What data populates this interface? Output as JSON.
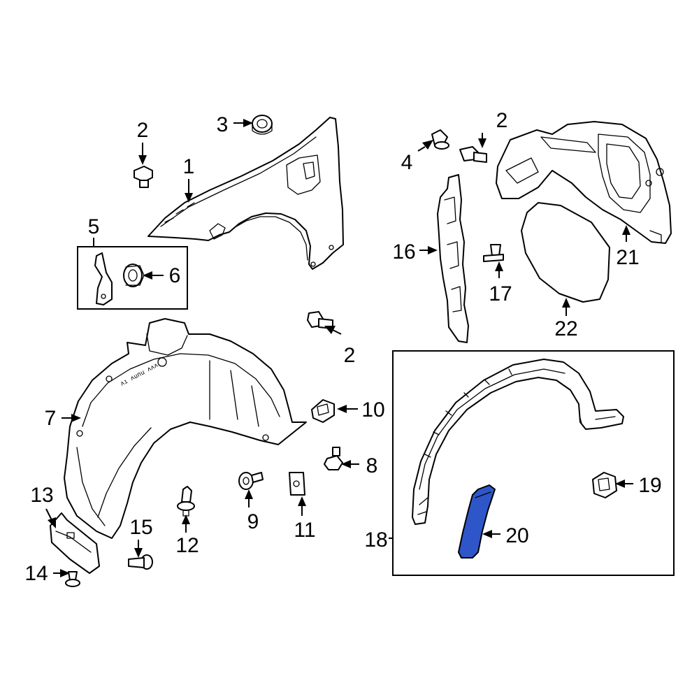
{
  "diagram": {
    "callouts": [
      {
        "id": "1",
        "label": "1"
      },
      {
        "id": "2a",
        "label": "2"
      },
      {
        "id": "2b",
        "label": "2"
      },
      {
        "id": "2c",
        "label": "2"
      },
      {
        "id": "3",
        "label": "3"
      },
      {
        "id": "4",
        "label": "4"
      },
      {
        "id": "5",
        "label": "5"
      },
      {
        "id": "6",
        "label": "6"
      },
      {
        "id": "7",
        "label": "7"
      },
      {
        "id": "8",
        "label": "8"
      },
      {
        "id": "9",
        "label": "9"
      },
      {
        "id": "10",
        "label": "10"
      },
      {
        "id": "11",
        "label": "11"
      },
      {
        "id": "12",
        "label": "12"
      },
      {
        "id": "13",
        "label": "13"
      },
      {
        "id": "14",
        "label": "14"
      },
      {
        "id": "15",
        "label": "15"
      },
      {
        "id": "16",
        "label": "16"
      },
      {
        "id": "17",
        "label": "17"
      },
      {
        "id": "18",
        "label": "18"
      },
      {
        "id": "19",
        "label": "19"
      },
      {
        "id": "20",
        "label": "20"
      },
      {
        "id": "21",
        "label": "21"
      },
      {
        "id": "22",
        "label": "22"
      }
    ],
    "highlight_color": "#2f56c9",
    "line_color": "#000000",
    "background": "#ffffff"
  }
}
